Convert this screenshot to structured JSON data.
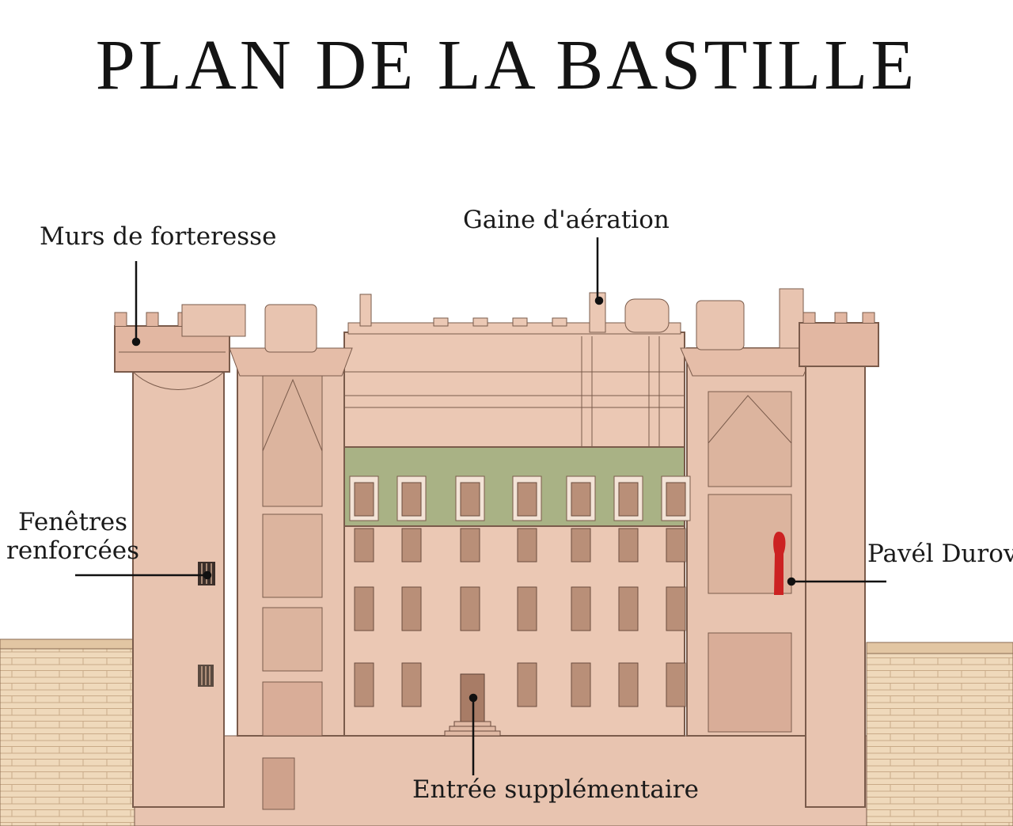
{
  "title": "PLAN DE LA BASTILLE",
  "labels": {
    "murs": "Murs de forteresse",
    "gaine": "Gaine d'aération",
    "fenetres_1": "Fenêtres",
    "fenetres_2": "renforcées",
    "pavel": "Pavél Durov",
    "entree": "Entrée supplémentaire"
  },
  "colors": {
    "stone": "#e8c4b0",
    "stone_dark": "#d9ad98",
    "outline": "#7a5b4b",
    "roof_green": "#a9b285",
    "figure_red": "#cc2222",
    "wall_beige": "#efd9bb"
  }
}
